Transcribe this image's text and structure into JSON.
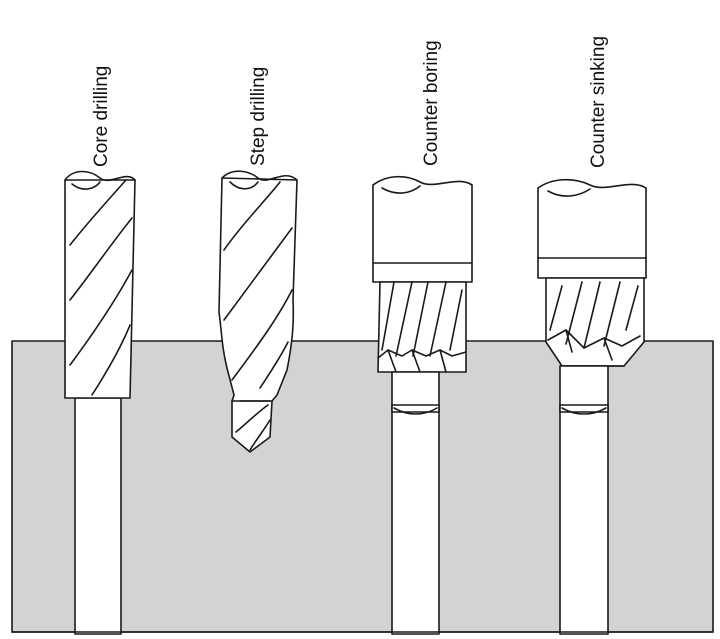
{
  "labels": {
    "core_drilling": "Core drilling",
    "step_drilling": "Step drilling",
    "counter_boring": "Counter boring",
    "counter_sinking": "Counter sinking"
  },
  "colors": {
    "workpiece": "#d2d3d5",
    "line": "#1a1a1a",
    "hole": "#ffffff"
  }
}
